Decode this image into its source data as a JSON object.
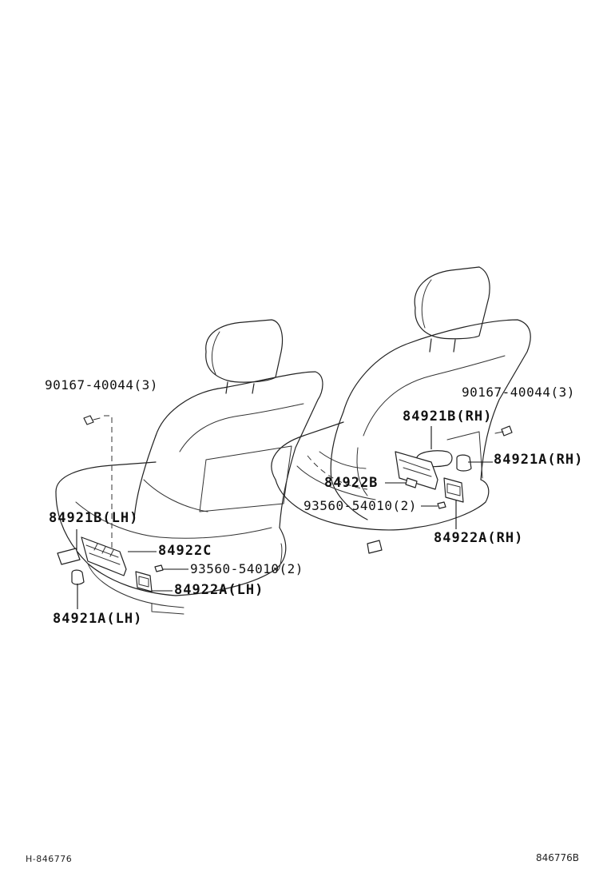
{
  "labels": {
    "bolt_left": "90167-40044(3)",
    "bolt_right": "90167-40044(3)",
    "p84921b_rh": "84921B(RH)",
    "p84921a_rh": "84921A(RH)",
    "p84922b": "84922B",
    "screw_right": "93560-54010(2)",
    "p84922a_rh": "84922A(RH)",
    "p84921b_lh": "84921B(LH)",
    "p84922c": "84922C",
    "screw_left": "93560-54010(2)",
    "p84922a_lh": "84922A(LH)",
    "p84921a_lh": "84921A(LH)"
  },
  "footer": {
    "left_code": "H-846776",
    "right_code": "846776B"
  }
}
